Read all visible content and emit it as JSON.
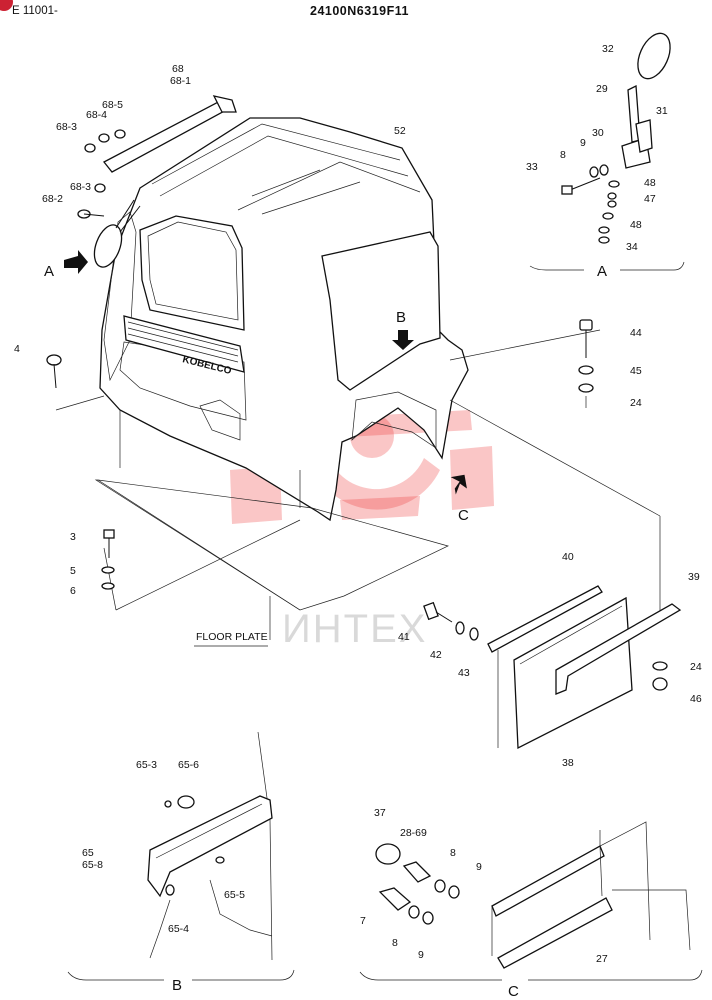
{
  "header": {
    "sheet_ref": "E 11001-",
    "part_code": "24100N6319F11"
  },
  "main_view": {
    "cab_brand": "KOBELCO",
    "floor_plate_label": "FLOOR PLATE",
    "view_markers": [
      "A",
      "B",
      "C"
    ],
    "callouts": [
      "68",
      "68-1",
      "68-5",
      "68-4",
      "68-3",
      "68-3",
      "68-2",
      "52",
      "4",
      "3",
      "5",
      "6",
      "41",
      "42",
      "43",
      "40",
      "39",
      "24",
      "46",
      "38",
      "44",
      "45",
      "24"
    ]
  },
  "detail_a": {
    "caption": "A",
    "callouts": [
      "32",
      "29",
      "31",
      "30",
      "9",
      "8",
      "33",
      "48",
      "47",
      "48",
      "34"
    ]
  },
  "detail_b": {
    "caption": "B",
    "callouts": [
      "65-3",
      "65-6",
      "65",
      "65-8",
      "65-5",
      "65-4"
    ]
  },
  "detail_c": {
    "caption": "C",
    "callouts": [
      "37",
      "28-69",
      "8",
      "9",
      "7",
      "8",
      "9",
      "27"
    ]
  },
  "watermark": {
    "text": "ИНТЕХ"
  },
  "colors": {
    "ink": "#111111",
    "watermark": "#ee3333",
    "badge": "#cc2233"
  }
}
